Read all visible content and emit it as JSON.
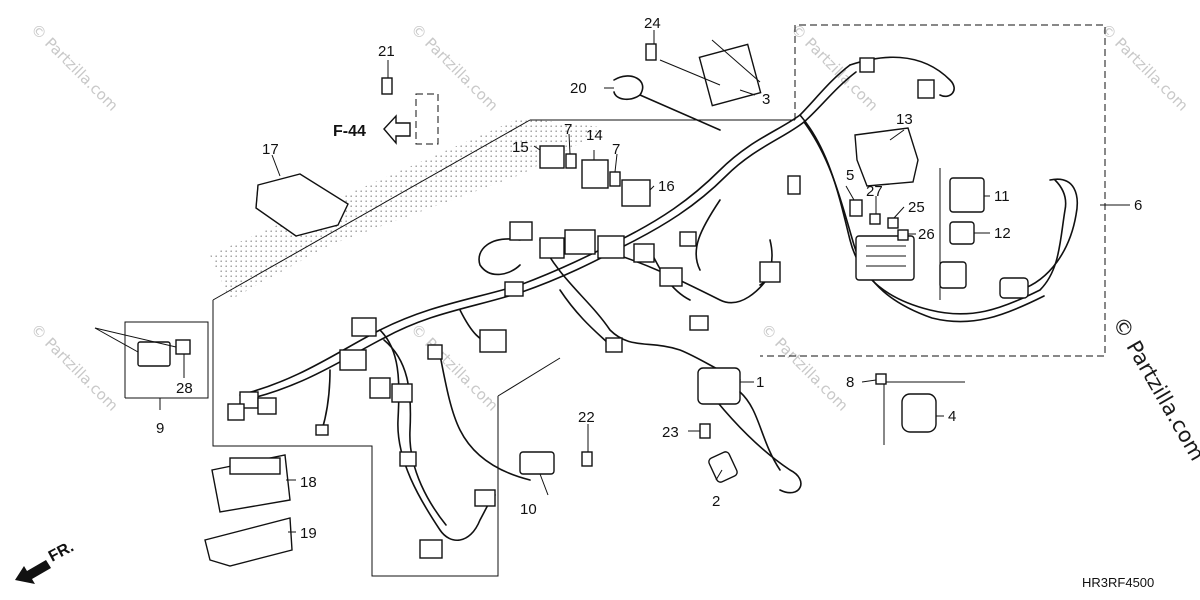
{
  "diagram": {
    "code": "HR3RF4500",
    "watermark": "© Partzilla.com",
    "watermark_side": "© Partzilla.com",
    "ref_label": "F-44",
    "front_label": "FR."
  },
  "callouts": [
    {
      "id": "c1",
      "text": "1"
    },
    {
      "id": "c2",
      "text": "2"
    },
    {
      "id": "c3",
      "text": "3"
    },
    {
      "id": "c4",
      "text": "4"
    },
    {
      "id": "c5",
      "text": "5"
    },
    {
      "id": "c6",
      "text": "6"
    },
    {
      "id": "c7a",
      "text": "7"
    },
    {
      "id": "c7b",
      "text": "7"
    },
    {
      "id": "c8",
      "text": "8"
    },
    {
      "id": "c9",
      "text": "9"
    },
    {
      "id": "c10",
      "text": "10"
    },
    {
      "id": "c11",
      "text": "11"
    },
    {
      "id": "c12",
      "text": "12"
    },
    {
      "id": "c13",
      "text": "13"
    },
    {
      "id": "c14",
      "text": "14"
    },
    {
      "id": "c15",
      "text": "15"
    },
    {
      "id": "c16",
      "text": "16"
    },
    {
      "id": "c17",
      "text": "17"
    },
    {
      "id": "c18",
      "text": "18"
    },
    {
      "id": "c19",
      "text": "19"
    },
    {
      "id": "c20",
      "text": "20"
    },
    {
      "id": "c21",
      "text": "21"
    },
    {
      "id": "c22",
      "text": "22"
    },
    {
      "id": "c23",
      "text": "23"
    },
    {
      "id": "c24",
      "text": "24"
    },
    {
      "id": "c25",
      "text": "25"
    },
    {
      "id": "c26",
      "text": "26"
    },
    {
      "id": "c27",
      "text": "27"
    },
    {
      "id": "c28",
      "text": "28"
    }
  ]
}
